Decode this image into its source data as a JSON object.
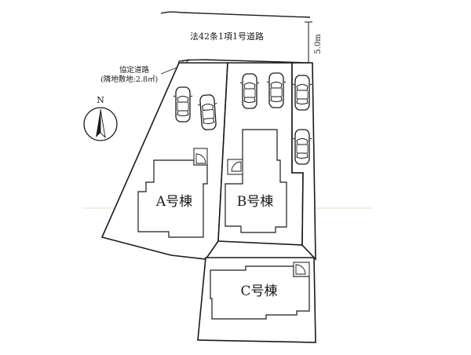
{
  "road": {
    "label": "法42条1項1号道路",
    "width": "5.0m"
  },
  "agreement_road": {
    "label": "協定道路",
    "note": "(隣地敷地:2.8㎡)"
  },
  "compass": {
    "label": "N"
  },
  "buildings": [
    {
      "label": "A号棟"
    },
    {
      "label": "B号棟"
    },
    {
      "label": "C号棟"
    }
  ],
  "colors": {
    "line": "#1a1a1a",
    "guide": "#e8e0b8"
  }
}
